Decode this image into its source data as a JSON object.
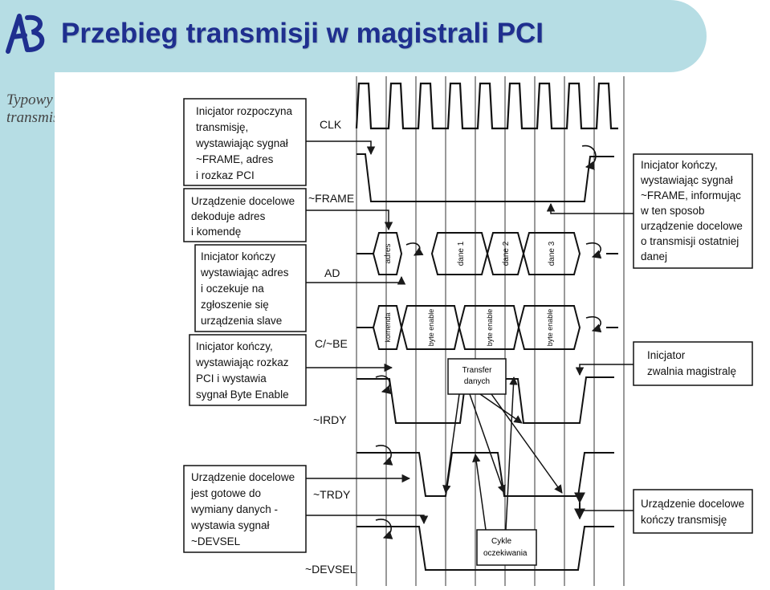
{
  "header": {
    "title": "Przebieg transmisji w magistrali PCI",
    "logo_text": "AB"
  },
  "caption": {
    "line1": "Typowy przebieg",
    "line2": "transmisji"
  },
  "signals": {
    "clk": "CLK",
    "frame": "~FRAME",
    "ad": "AD",
    "cbe": "C/~BE",
    "irdy": "~IRDY",
    "trdy": "~TRDY",
    "devsel": "~DEVSEL"
  },
  "notes_left": [
    [
      "Inicjator rozpoczyna",
      "transmisję,",
      "wystawiając sygnał",
      "~FRAME, adres",
      "i rozkaz PCI"
    ],
    [
      "Urządzenie docelowe",
      "dekoduje adres",
      "i komendę"
    ],
    [
      "Inicjator kończy",
      "wystawiając adres",
      "i oczekuje na",
      "zgłoszenie się",
      "urządzenia slave"
    ],
    [
      "Inicjator kończy,",
      "wystawiając rozkaz",
      "PCI i wystawia",
      "sygnał Byte Enable"
    ],
    [
      "Urządzenie docelowe",
      "jest gotowe do",
      "wymiany danych -",
      "wystawia sygnał",
      "~DEVSEL"
    ]
  ],
  "notes_right": [
    [
      "Inicjator kończy,",
      "wystawiając sygnał",
      "~FRAME, informując",
      "w ten sposob",
      "urządzenie docelowe",
      "o transmisji ostatniej",
      "danej"
    ],
    [
      "Inicjator",
      "zwalnia magistralę"
    ],
    [
      "Urządzenie docelowe",
      "kończy transmisję"
    ]
  ],
  "ad_cells": [
    "adres",
    "dane 1",
    "dane 2",
    "dane 3"
  ],
  "cbe_cells": [
    "komenda",
    "byte enable",
    "byte enable",
    "byte enable"
  ],
  "transfer_label": [
    "Transfer",
    "danych"
  ],
  "wait_label": [
    "Cykle",
    "oczekiwania"
  ],
  "colors": {
    "band": "#b6dde4",
    "title": "#1f2f8f",
    "ink": "#1a1a1a"
  }
}
